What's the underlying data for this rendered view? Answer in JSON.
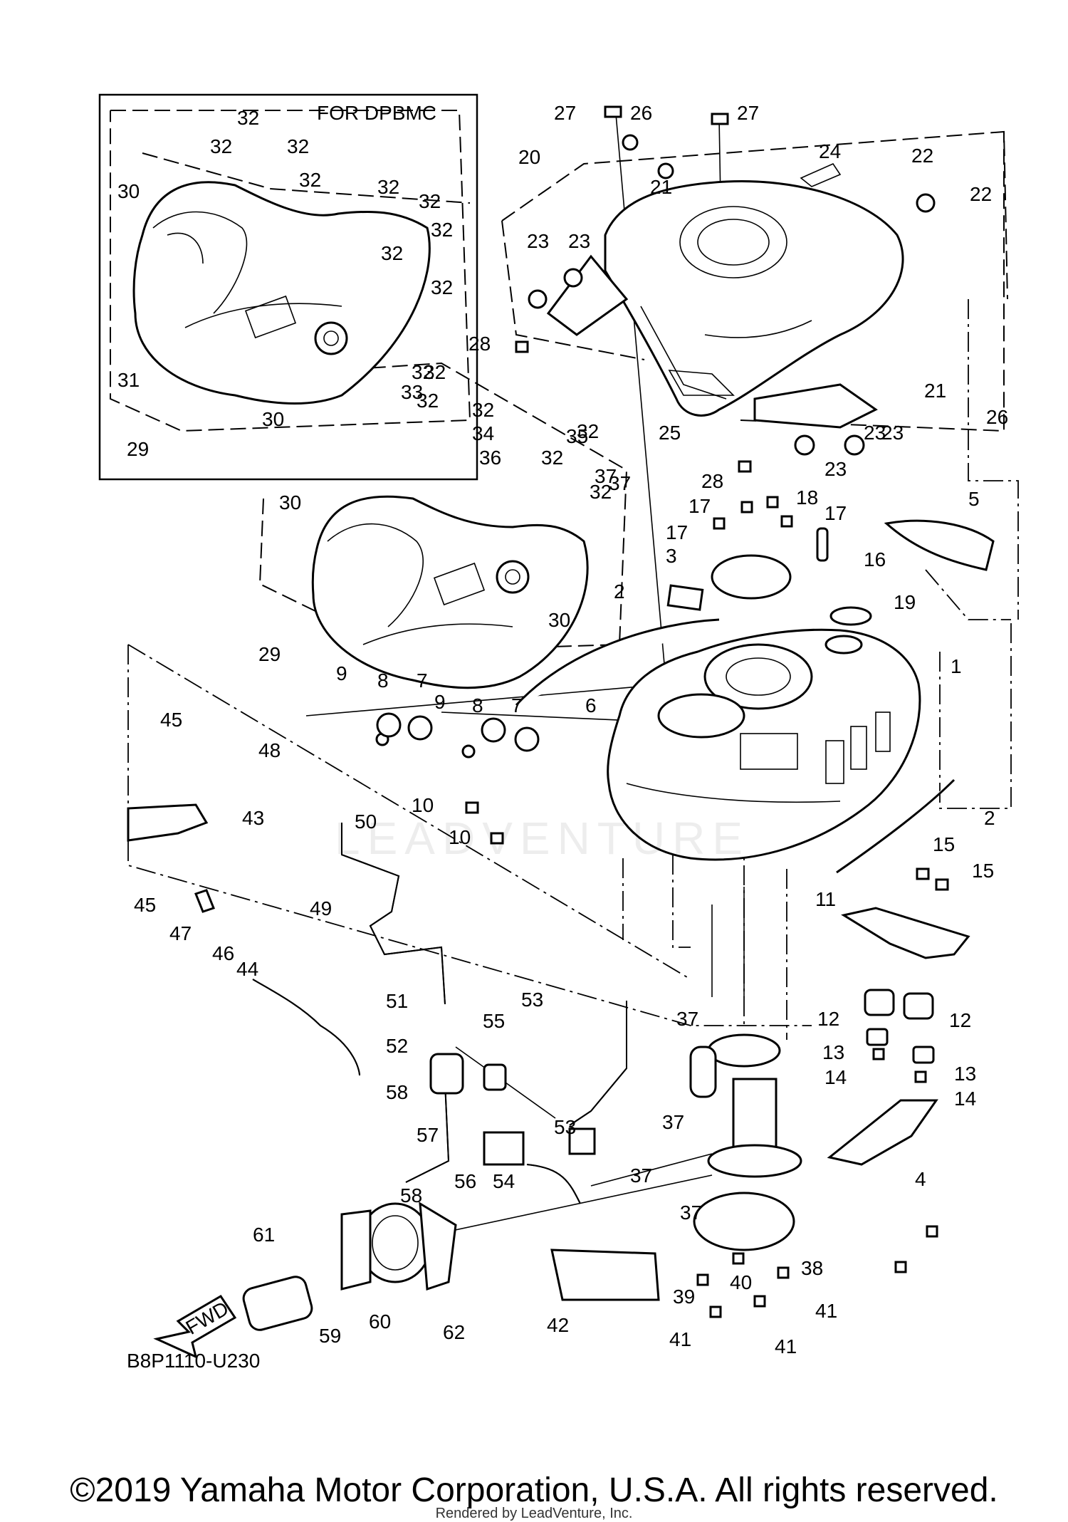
{
  "diagram": {
    "inset_title": "FOR DPBMC",
    "ref_code": "B8P1110-U230",
    "fwd_label": "FWD",
    "watermark": "LEADVENTURE",
    "copyright": "©2019 Yamaha Motor Corporation, U.S.A. All rights reserved.",
    "rendered_by": "Rendered by LeadVenture, Inc.",
    "callouts": [
      {
        "n": "1"
      },
      {
        "n": "2"
      },
      {
        "n": "2"
      },
      {
        "n": "3"
      },
      {
        "n": "4"
      },
      {
        "n": "5"
      },
      {
        "n": "6"
      },
      {
        "n": "7"
      },
      {
        "n": "7"
      },
      {
        "n": "8"
      },
      {
        "n": "8"
      },
      {
        "n": "9"
      },
      {
        "n": "9"
      },
      {
        "n": "10"
      },
      {
        "n": "10"
      },
      {
        "n": "11"
      },
      {
        "n": "12"
      },
      {
        "n": "12"
      },
      {
        "n": "13"
      },
      {
        "n": "13"
      },
      {
        "n": "14"
      },
      {
        "n": "14"
      },
      {
        "n": "15"
      },
      {
        "n": "15"
      },
      {
        "n": "16"
      },
      {
        "n": "17"
      },
      {
        "n": "17"
      },
      {
        "n": "17"
      },
      {
        "n": "18"
      },
      {
        "n": "19"
      },
      {
        "n": "20"
      },
      {
        "n": "21"
      },
      {
        "n": "21"
      },
      {
        "n": "22"
      },
      {
        "n": "22"
      },
      {
        "n": "23"
      },
      {
        "n": "23"
      },
      {
        "n": "23"
      },
      {
        "n": "23"
      },
      {
        "n": "23"
      },
      {
        "n": "24"
      },
      {
        "n": "25"
      },
      {
        "n": "26"
      },
      {
        "n": "26"
      },
      {
        "n": "27"
      },
      {
        "n": "27"
      },
      {
        "n": "28"
      },
      {
        "n": "28"
      },
      {
        "n": "29"
      },
      {
        "n": "29"
      },
      {
        "n": "30"
      },
      {
        "n": "30"
      },
      {
        "n": "30"
      },
      {
        "n": "30"
      },
      {
        "n": "31"
      },
      {
        "n": "32"
      },
      {
        "n": "32"
      },
      {
        "n": "32"
      },
      {
        "n": "32"
      },
      {
        "n": "32"
      },
      {
        "n": "32"
      },
      {
        "n": "32"
      },
      {
        "n": "32"
      },
      {
        "n": "32"
      },
      {
        "n": "32"
      },
      {
        "n": "32"
      },
      {
        "n": "32"
      },
      {
        "n": "32"
      },
      {
        "n": "32"
      },
      {
        "n": "32"
      },
      {
        "n": "32"
      },
      {
        "n": "33"
      },
      {
        "n": "34"
      },
      {
        "n": "35"
      },
      {
        "n": "36"
      },
      {
        "n": "37"
      },
      {
        "n": "37"
      },
      {
        "n": "37"
      },
      {
        "n": "37"
      },
      {
        "n": "37"
      },
      {
        "n": "37"
      },
      {
        "n": "38"
      },
      {
        "n": "39"
      },
      {
        "n": "40"
      },
      {
        "n": "41"
      },
      {
        "n": "41"
      },
      {
        "n": "41"
      },
      {
        "n": "42"
      },
      {
        "n": "43"
      },
      {
        "n": "44"
      },
      {
        "n": "45"
      },
      {
        "n": "45"
      },
      {
        "n": "46"
      },
      {
        "n": "47"
      },
      {
        "n": "48"
      },
      {
        "n": "49"
      },
      {
        "n": "50"
      },
      {
        "n": "51"
      },
      {
        "n": "52"
      },
      {
        "n": "53"
      },
      {
        "n": "53"
      },
      {
        "n": "54"
      },
      {
        "n": "55"
      },
      {
        "n": "56"
      },
      {
        "n": "57"
      },
      {
        "n": "58"
      },
      {
        "n": "58"
      },
      {
        "n": "59"
      },
      {
        "n": "60"
      },
      {
        "n": "61"
      },
      {
        "n": "62"
      }
    ]
  }
}
